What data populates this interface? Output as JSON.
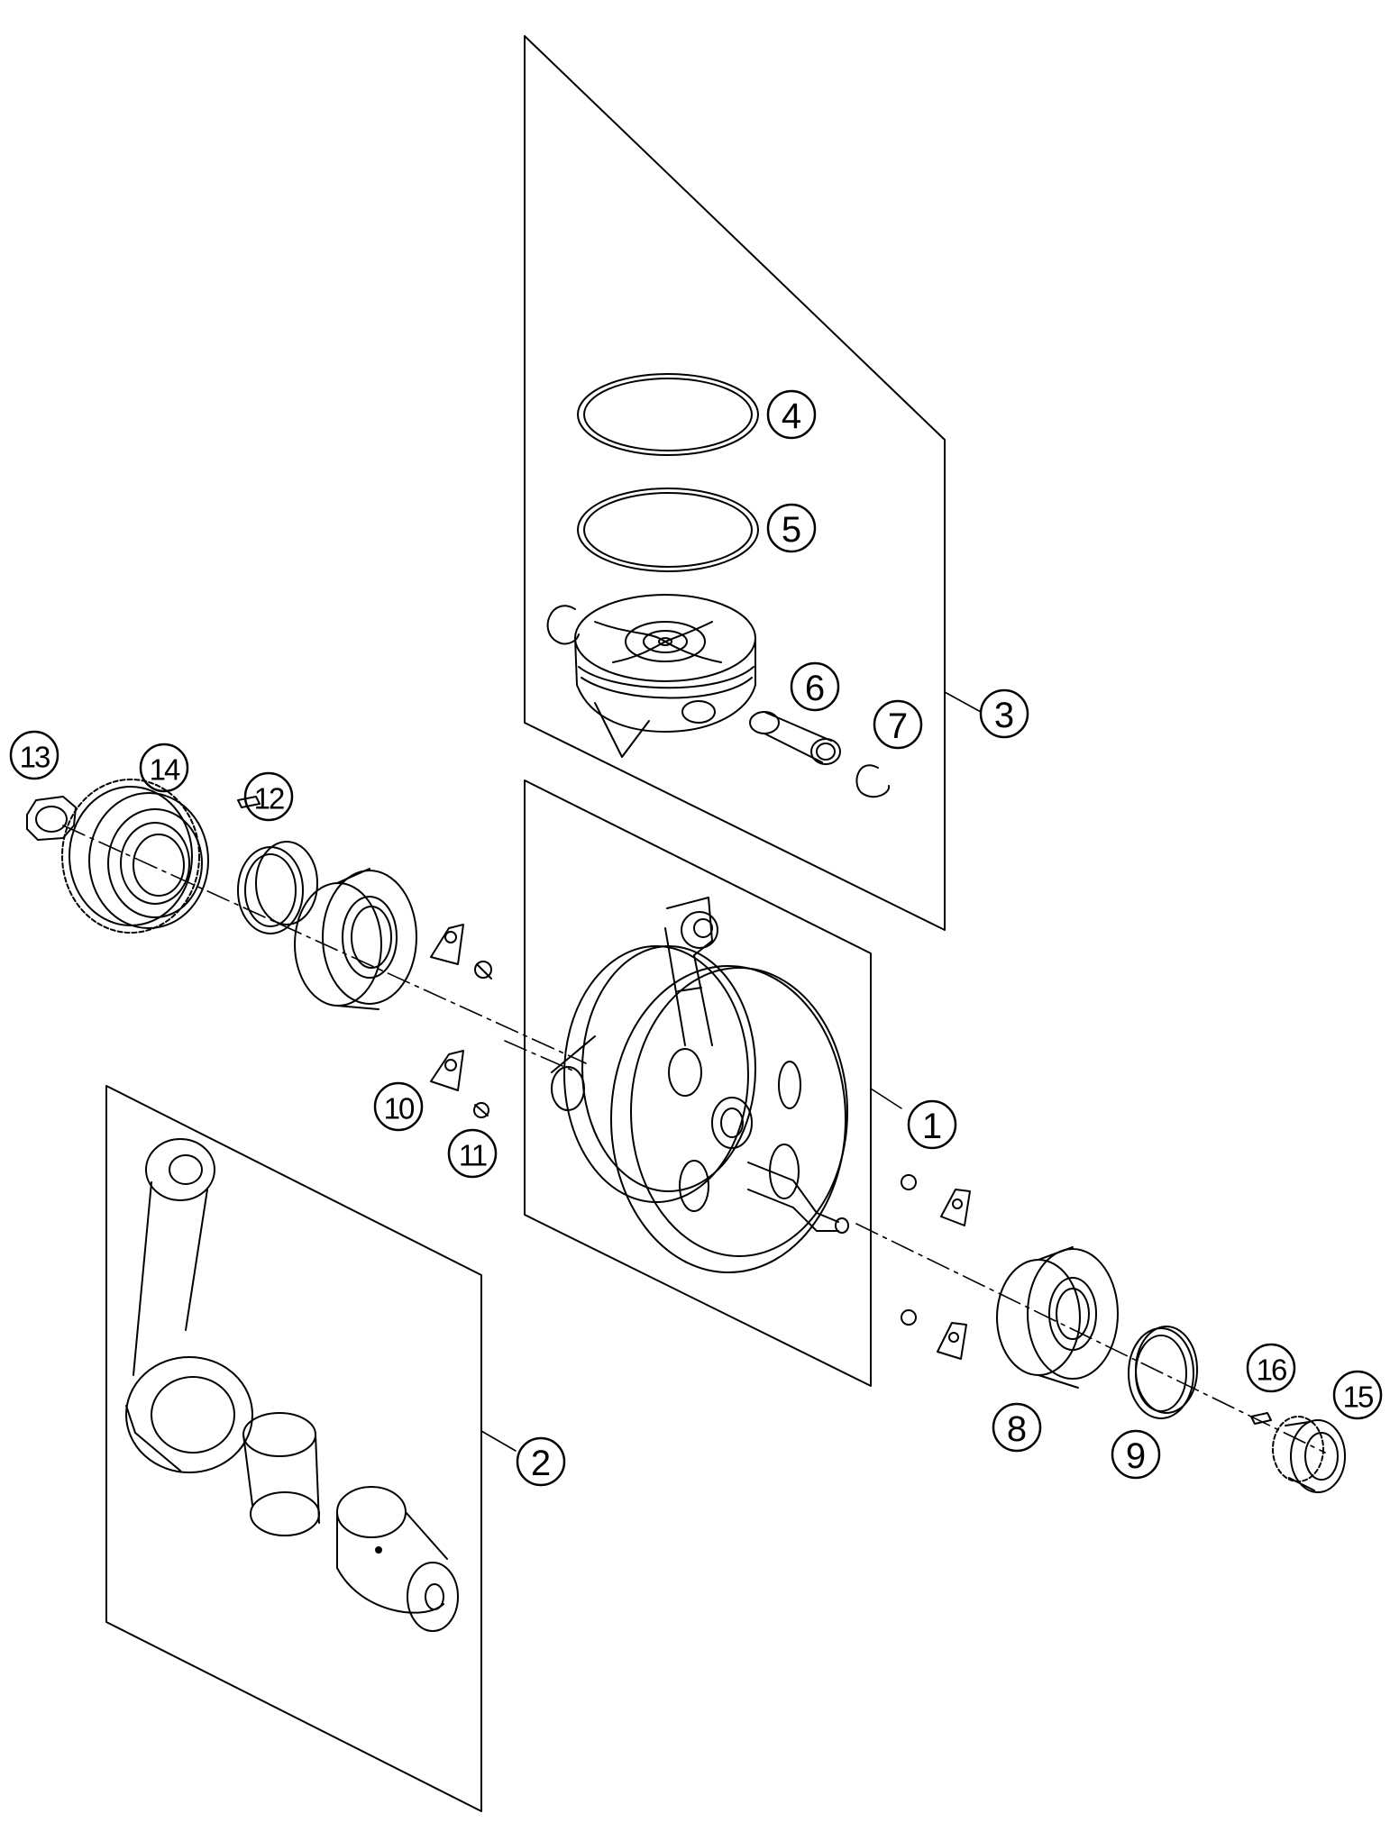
{
  "diagram": {
    "line_color": "#000000",
    "background": "#ffffff",
    "callouts": [
      {
        "label": "1"
      },
      {
        "label": "2"
      },
      {
        "label": "3"
      },
      {
        "label": "4"
      },
      {
        "label": "5"
      },
      {
        "label": "6"
      },
      {
        "label": "7"
      },
      {
        "label": "8"
      },
      {
        "label": "9"
      },
      {
        "label": "10"
      },
      {
        "label": "11"
      },
      {
        "label": "12"
      },
      {
        "label": "13"
      },
      {
        "label": "14"
      },
      {
        "label": "15"
      },
      {
        "label": "16"
      }
    ]
  }
}
